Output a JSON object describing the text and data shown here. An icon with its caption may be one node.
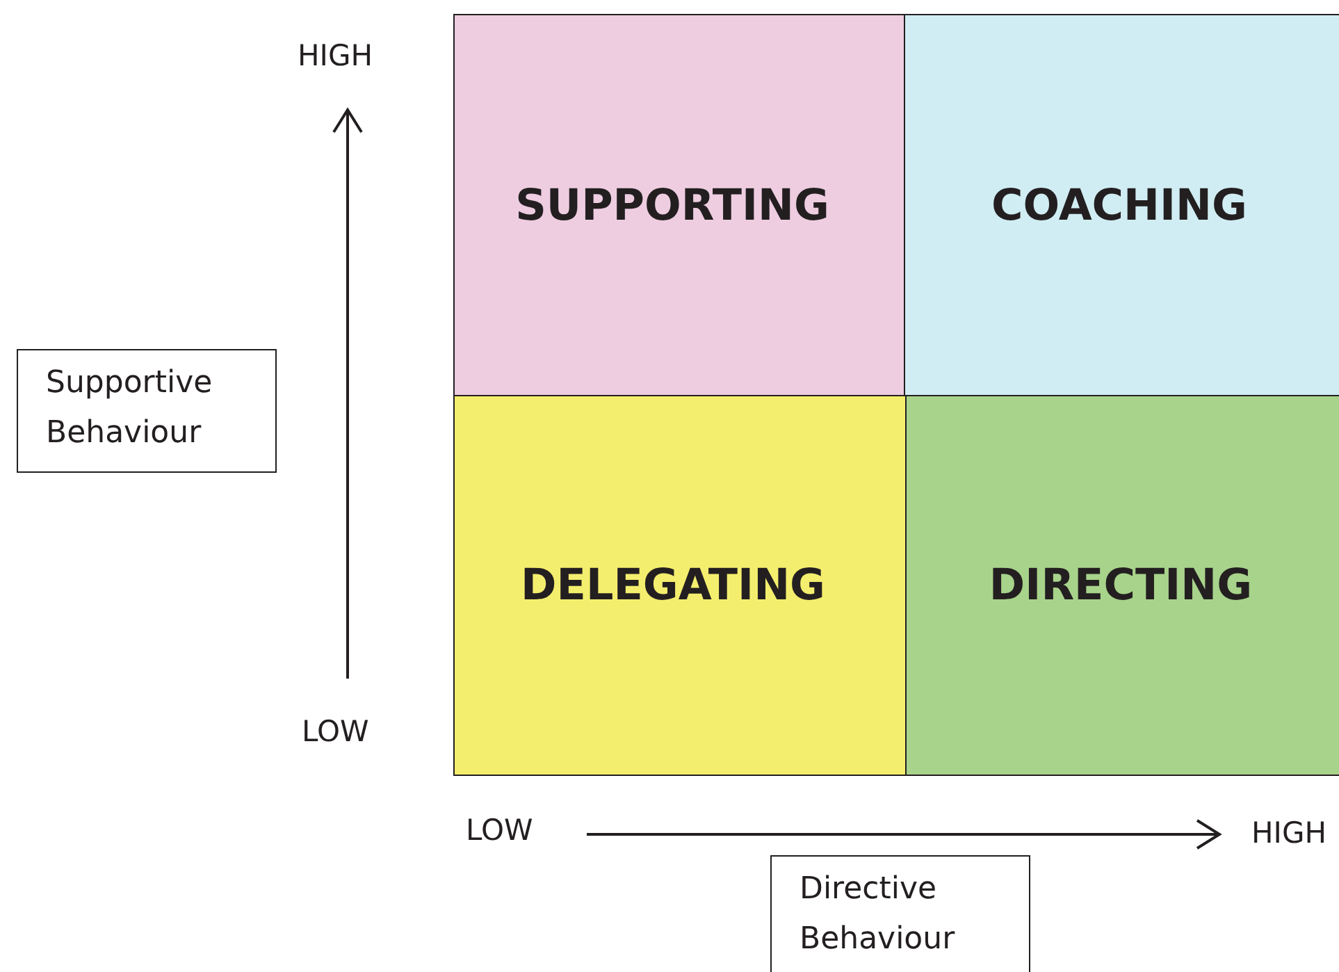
{
  "diagram": {
    "nodes": [
      {
        "text": [
          "SUPPORTING"
        ]
      },
      {
        "text": [
          "COACHING"
        ]
      },
      {
        "text": [
          "DELEGATING"
        ]
      },
      {
        "text": [
          "DIRECTING"
        ]
      },
      {
        "text": [
          "Supportive Behaviour"
        ]
      },
      {
        "text": [
          "Directive Behaviour"
        ]
      }
    ],
    "labels": [
      "HIGH",
      "LOW",
      "LOW",
      "HIGH"
    ]
  }
}
